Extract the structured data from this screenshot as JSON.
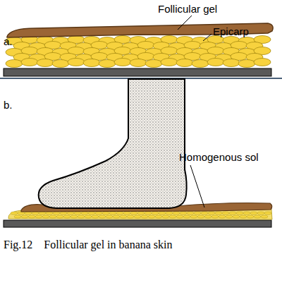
{
  "diagram": {
    "caption": "Fig.12    Follicular gel in banana skin",
    "labels": [
      "a.",
      "Follicular gel",
      "Epicarp",
      "b.",
      "Homogenous sol"
    ]
  }
}
